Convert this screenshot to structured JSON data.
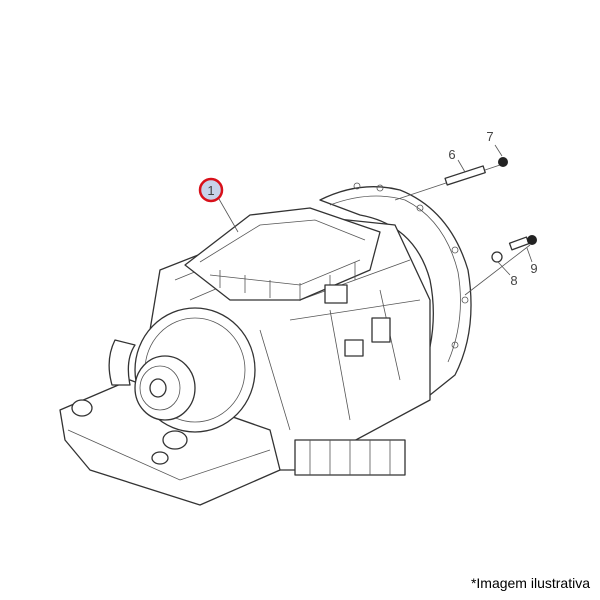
{
  "diagram": {
    "callouts": [
      {
        "id": "1",
        "highlighted": true
      },
      {
        "id": "6"
      },
      {
        "id": "7"
      },
      {
        "id": "8"
      },
      {
        "id": "9"
      }
    ],
    "highlight_color": "#d8101a",
    "highlight_fill": "#c7d3ea"
  },
  "caption": "*Imagem ilustrativa"
}
